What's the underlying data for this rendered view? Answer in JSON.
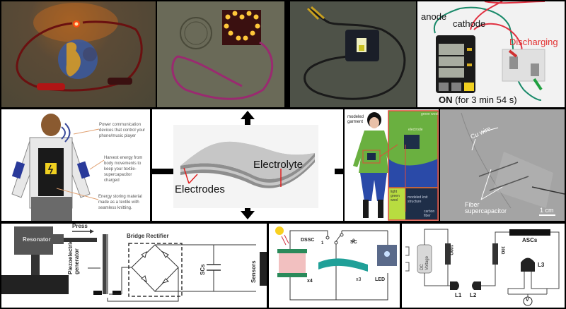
{
  "figure": {
    "title": "Textile / flexible supercapacitor applications composite figure",
    "top_row": {
      "photo1": {
        "subject": "led-on-fabric-logo",
        "led_color": "#ff3a10"
      },
      "photo2": {
        "subject": "heart-shaped-led-array",
        "led_color": "#ffcc33"
      },
      "photo3": {
        "subject": "device-with-display-powered"
      },
      "photo4": {
        "labels": {
          "anode": "anode",
          "cathode": "cathode",
          "discharging": "Discharging"
        },
        "status_bold": "ON",
        "status_rest": "(for 3 min 54 s)",
        "discharging_color": "#e23030"
      }
    },
    "middle_row": {
      "jacket": {
        "callouts": [
          "Power communication devices that control your phone/music player",
          "Harvest energy from body movements to keep your textile-supercapacitor charged",
          "Energy storing material made as a textile with seamless knitting."
        ]
      },
      "center": {
        "electrolyte_label": "Electrolyte",
        "electrodes_label": "Electrodes",
        "arrows": [
          "up",
          "down",
          "left",
          "right"
        ]
      },
      "garment": {
        "labels": {
          "modeled_garment": "modeled garment",
          "green_wool": "green wool",
          "electrode": "electrode",
          "light_green_wool": "light green wool",
          "knit_structure": "modeled knit structure",
          "carbon_fiber": "carbon fiber"
        }
      },
      "fiber": {
        "labels": {
          "cu_wire": "Cu wire",
          "fiber_sc_1": "Fiber",
          "fiber_sc_2": "supercapacitor",
          "scale": "1 cm"
        }
      }
    },
    "bottom_row": {
      "piezo": {
        "labels": {
          "resonator": "Resonator",
          "press": "Press",
          "bridge": "Bridge Rectifier",
          "piezo_1": "Piezoelectric",
          "piezo_2": "generator",
          "scs": "SCs",
          "sensors": "Sensors"
        }
      },
      "dssc": {
        "labels": {
          "dssc": "DSSC",
          "sc": "SC",
          "led": "LED",
          "x4": "x4",
          "x3": "x3",
          "sw1": "1",
          "sw2": "2"
        }
      },
      "ascs": {
        "labels": {
          "dc_1": "DC",
          "dc_2": "Voltage",
          "r1": "100Ω",
          "r2": "10Ω",
          "ascs": "ASCs",
          "l1": "L1",
          "l2": "L2",
          "l3": "L3",
          "v": "V"
        }
      }
    }
  }
}
